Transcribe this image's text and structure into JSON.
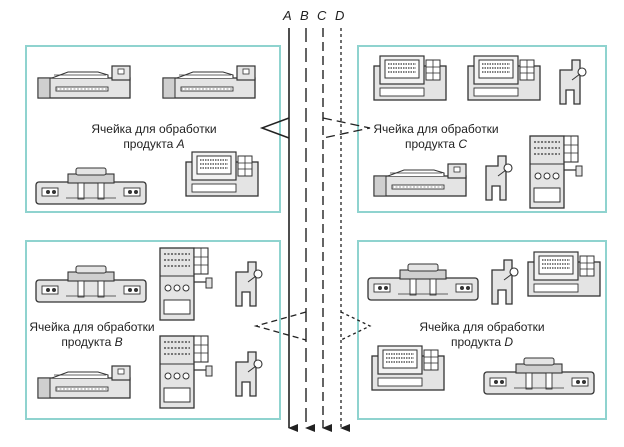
{
  "flows": [
    "A",
    "B",
    "C",
    "D"
  ],
  "cells": [
    {
      "line1": "Ячейка для обработки",
      "line2": "продукта",
      "product": "A"
    },
    {
      "line1": "Ячейка для обработки",
      "line2": "продукта",
      "product": "C"
    },
    {
      "line1": "Ячейка для обработки",
      "line2": "продукта",
      "product": "B"
    },
    {
      "line1": "Ячейка для обработки",
      "line2": "продукта",
      "product": "D"
    }
  ],
  "colors": {
    "panel_border": "#8fd3cf",
    "machine_fill": "#e4e4e4",
    "machine_stroke": "#333333"
  },
  "machine_icons": [
    "lathe-icon",
    "milling-machine-icon",
    "cnc-machine-icon",
    "drill-press-icon",
    "machining-center-icon"
  ]
}
